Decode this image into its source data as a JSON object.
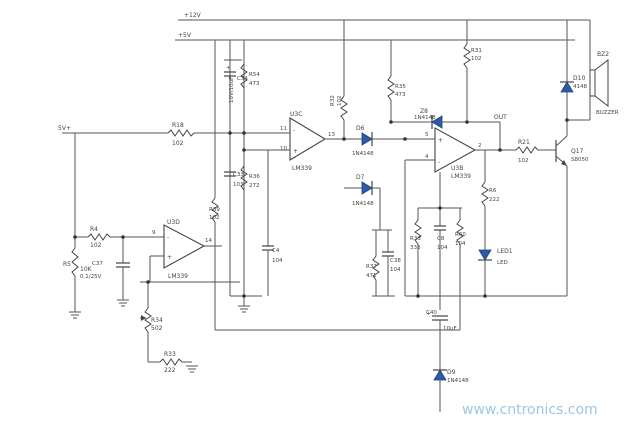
{
  "rails": {
    "v12": "+12V",
    "v5": "+5V"
  },
  "input": {
    "label": "5V+"
  },
  "output": {
    "label": "OUT"
  },
  "labels": {
    "r5": [
      "R5",
      "10K"
    ],
    "r4": [
      "R4",
      "102"
    ],
    "c37": [
      "C37",
      "0.1/25V"
    ],
    "u3d": [
      "U3D",
      "LM339"
    ],
    "r34": [
      "R34",
      "502"
    ],
    "r33": [
      "R33",
      "222"
    ],
    "r39": [
      "R39",
      "102"
    ],
    "r18": [
      "R18",
      "102"
    ],
    "c33": [
      "C33",
      "103"
    ],
    "r36": [
      "R36",
      "272"
    ],
    "c34": [
      "C34",
      "10V/10uF"
    ],
    "r54": [
      "R54",
      "473"
    ],
    "u3c": [
      "U3C",
      "LM339"
    ],
    "r32": [
      "R32",
      "102"
    ],
    "r35": [
      "R35",
      "473"
    ],
    "c4": [
      "C4",
      "104"
    ],
    "d6": [
      "D6",
      "1N4148"
    ],
    "d7": [
      "D7",
      "1N4148"
    ],
    "r37": [
      "R37",
      "471"
    ],
    "c38": [
      "C38",
      "104"
    ],
    "z8": [
      "Z8",
      "1N4148"
    ],
    "r31": [
      "R31",
      "102"
    ],
    "u3b": [
      "U3B",
      "LM339"
    ],
    "r6": [
      "R6",
      "222"
    ],
    "led1": [
      "LED1",
      "LED"
    ],
    "r21": [
      "R21",
      "102"
    ],
    "q17": [
      "Q17",
      "S8050"
    ],
    "d10": [
      "D10",
      "4148"
    ],
    "bz2": [
      "BZ2",
      "BUZZER"
    ],
    "r33b": [
      "R33",
      "333"
    ],
    "c8": [
      "C8",
      "104"
    ],
    "r60": [
      "R60",
      "104"
    ],
    "c40": [
      "C40",
      "10uF"
    ],
    "d9": [
      "D9",
      "1N4148"
    ]
  },
  "pins": {
    "u3d_n": "9",
    "u3d_o": "14",
    "u3c_n": "11",
    "u3c_p": "10",
    "u3c_o": "13",
    "u3b_p": "5",
    "u3b_n": "4",
    "u3b_o": "2"
  },
  "watermark": "www.cntronics.com"
}
